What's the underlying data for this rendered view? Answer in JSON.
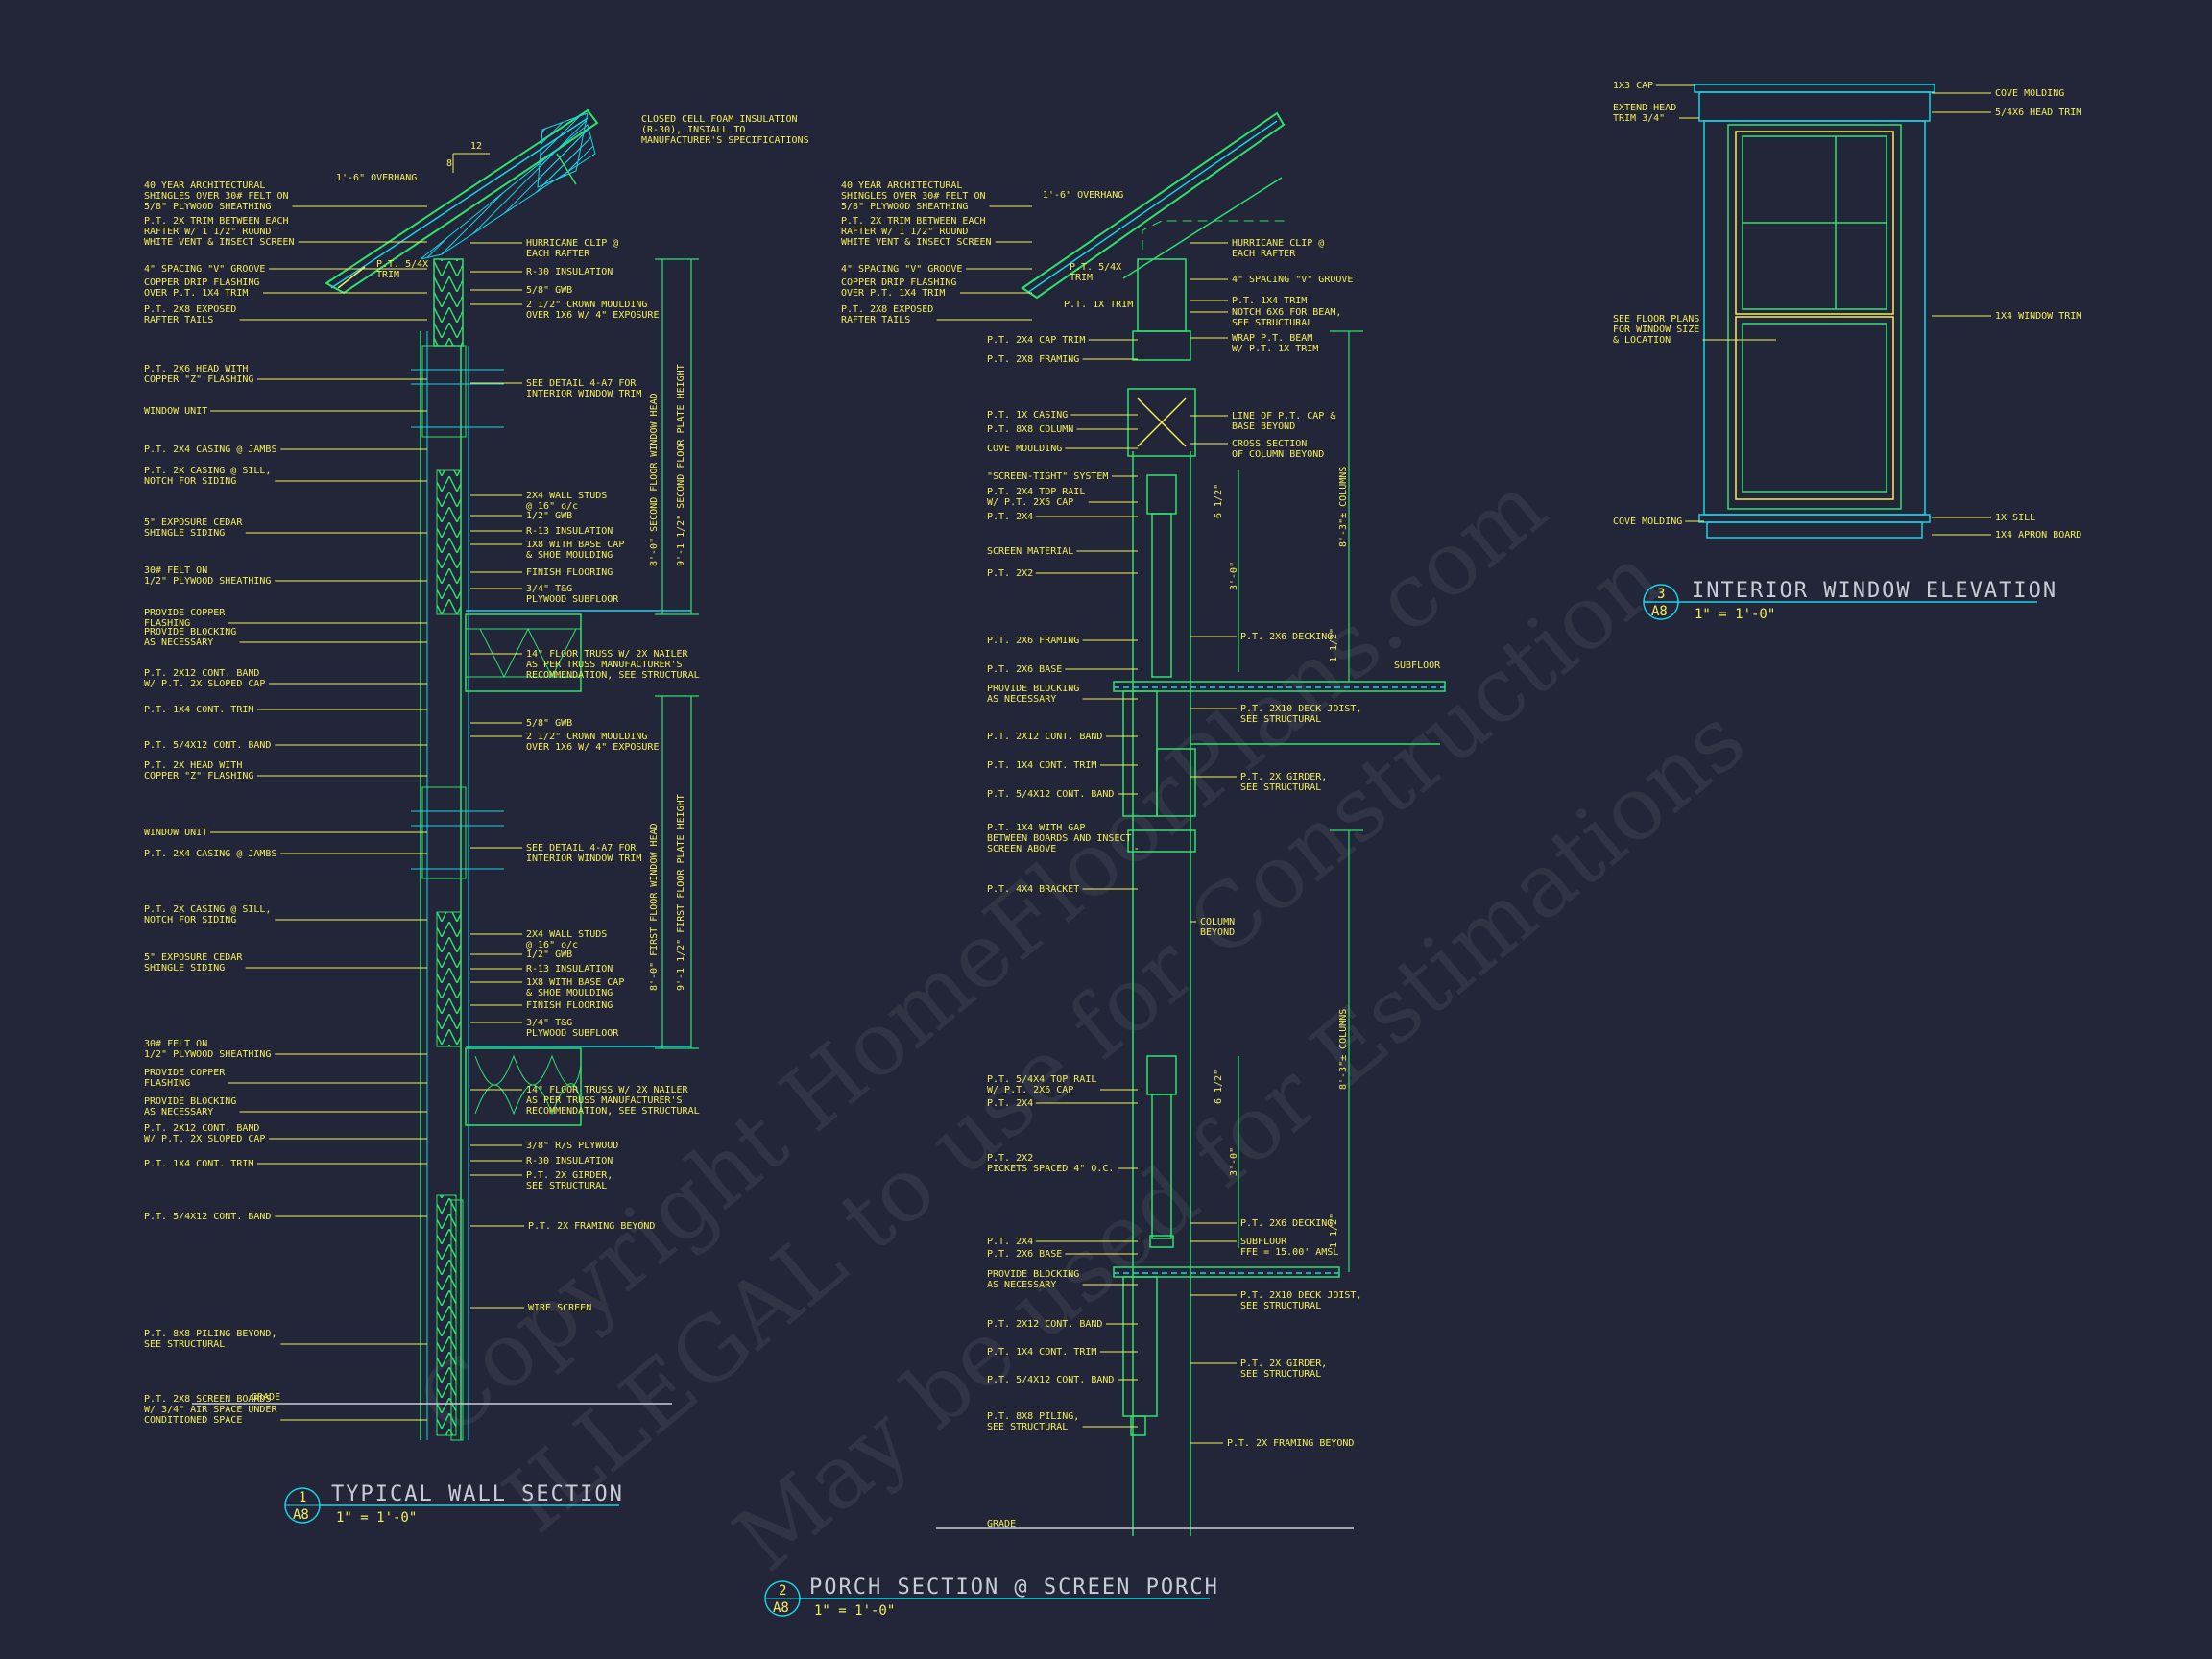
{
  "colors": {
    "background": "#222638",
    "linework_green": "#2fe06e",
    "linework_cyan": "#19d3e6",
    "text_yellow": "#f3ef5a",
    "watermark": "#c9ccd6"
  },
  "watermark": {
    "line1": "Copyright HomeFloorPlans.com",
    "line2": "ILLEGAL to use for Construction",
    "line3": "May be used for Estimations"
  },
  "detail1": {
    "number": "1",
    "sheet": "A8",
    "title": "TYPICAL WALL SECTION",
    "scale": "1\" = 1'-0\"",
    "labels_left": [
      [
        "40 YEAR ARCHITECTURAL",
        "SHINGLES OVER 30# FELT ON",
        "5/8\" PLYWOOD SHEATHING"
      ],
      [
        "P.T. 2X TRIM BETWEEN EACH",
        "RAFTER W/ 1 1/2\" ROUND",
        "WHITE VENT & INSECT SCREEN"
      ],
      [
        "4\" SPACING \"V\" GROOVE"
      ],
      [
        "COPPER DRIP FLASHING",
        "OVER P.T. 1X4 TRIM"
      ],
      [
        "P.T. 2X8 EXPOSED",
        "RAFTER TAILS"
      ],
      [
        "P.T. 2X6 HEAD WITH",
        "COPPER \"Z\" FLASHING"
      ],
      [
        "WINDOW UNIT"
      ],
      [
        "P.T. 2X4 CASING @ JAMBS"
      ],
      [
        "P.T. 2X CASING @ SILL,",
        "NOTCH FOR SIDING"
      ],
      [
        "5\" EXPOSURE CEDAR",
        "SHINGLE SIDING"
      ],
      [
        "30# FELT ON",
        "1/2\" PLYWOOD SHEATHING"
      ],
      [
        "PROVIDE COPPER",
        "FLASHING"
      ],
      [
        "PROVIDE BLOCKING",
        "AS NECESSARY"
      ],
      [
        "P.T. 2X12 CONT. BAND",
        "W/ P.T. 2X SLOPED CAP"
      ],
      [
        "P.T. 1X4 CONT. TRIM"
      ],
      [
        "P.T. 5/4X12 CONT. BAND"
      ],
      [
        "P.T. 2X HEAD WITH",
        "COPPER \"Z\" FLASHING"
      ],
      [
        "WINDOW UNIT"
      ],
      [
        "P.T. 2X4 CASING @ JAMBS"
      ],
      [
        "P.T. 2X CASING @ SILL,",
        "NOTCH FOR SIDING"
      ],
      [
        "5\" EXPOSURE CEDAR",
        "SHINGLE SIDING"
      ],
      [
        "30# FELT ON",
        "1/2\" PLYWOOD SHEATHING"
      ],
      [
        "PROVIDE COPPER",
        "FLASHING"
      ],
      [
        "PROVIDE BLOCKING",
        "AS NECESSARY"
      ],
      [
        "P.T. 2X12 CONT. BAND",
        "W/ P.T. 2X SLOPED CAP"
      ],
      [
        "P.T. 1X4 CONT. TRIM"
      ],
      [
        "P.T. 5/4X12 CONT. BAND"
      ],
      [
        "P.T. 8X8 PILING BEYOND,",
        "SEE STRUCTURAL"
      ],
      [
        "P.T. 2X8 SCREEN BOARDS",
        "W/ 3/4\" AIR SPACE UNDER",
        "CONDITIONED SPACE"
      ],
      [
        "GRADE"
      ]
    ],
    "labels_right": [
      [
        "CLOSED CELL FOAM INSULATION",
        "(R-30), INSTALL TO",
        "MANUFACTURER'S SPECIFICATIONS"
      ],
      [
        "1'-6\" OVERHANG"
      ],
      [
        "P.T. 5/4X",
        "TRIM"
      ],
      [
        "HURRICANE CLIP @",
        "EACH RAFTER"
      ],
      [
        "R-30 INSULATION"
      ],
      [
        "5/8\" GWB"
      ],
      [
        "2 1/2\" CROWN MOULDING",
        "OVER 1X6 W/ 4\" EXPOSURE"
      ],
      [
        "SEE DETAIL 4-A7 FOR",
        "INTERIOR WINDOW TRIM"
      ],
      [
        "2X4 WALL STUDS",
        "@ 16\" o/c"
      ],
      [
        "1/2\" GWB"
      ],
      [
        "R-13 INSULATION"
      ],
      [
        "1X8 WITH BASE CAP",
        "& SHOE MOULDING"
      ],
      [
        "FINISH FLOORING"
      ],
      [
        "3/4\" T&G",
        "PLYWOOD SUBFLOOR"
      ],
      [
        "14\" FLOOR TRUSS W/ 2X NAILER",
        "AS PER TRUSS MANUFACTURER'S",
        "RECOMMENDATION, SEE STRUCTURAL"
      ],
      [
        "5/8\" GWB"
      ],
      [
        "2 1/2\" CROWN MOULDING",
        "OVER 1X6 W/ 4\" EXPOSURE"
      ],
      [
        "SEE DETAIL 4-A7 FOR",
        "INTERIOR WINDOW TRIM"
      ],
      [
        "2X4 WALL STUDS",
        "@ 16\" o/c"
      ],
      [
        "1/2\" GWB"
      ],
      [
        "R-13 INSULATION"
      ],
      [
        "1X8 WITH BASE CAP",
        "& SHOE MOULDING"
      ],
      [
        "FINISH FLOORING"
      ],
      [
        "3/4\" T&G",
        "PLYWOOD SUBFLOOR"
      ],
      [
        "14\" FLOOR TRUSS W/ 2X NAILER",
        "AS PER TRUSS MANUFACTURER'S",
        "RECOMMENDATION, SEE STRUCTURAL"
      ],
      [
        "3/8\" R/S PLYWOOD"
      ],
      [
        "R-30 INSULATION"
      ],
      [
        "P.T. 2X GIRDER,",
        "SEE STRUCTURAL"
      ],
      [
        "P.T. 2X FRAMING BEYOND"
      ],
      [
        "WIRE SCREEN"
      ]
    ],
    "dims": [
      "8'-0\" SECOND FLOOR WINDOW HEAD",
      "9'-1 1/2\" SECOND FLOOR PLATE HEIGHT",
      "8'-0\" FIRST FLOOR WINDOW HEAD",
      "9'-1 1/2\" FIRST FLOOR PLATE HEIGHT",
      "12",
      "8"
    ]
  },
  "detail2": {
    "number": "2",
    "sheet": "A8",
    "title": "PORCH SECTION @ SCREEN PORCH",
    "scale": "1\" = 1'-0\"",
    "labels_left": [
      [
        "40 YEAR ARCHITECTURAL",
        "SHINGLES OVER 30# FELT ON",
        "5/8\" PLYWOOD SHEATHING"
      ],
      [
        "P.T. 2X TRIM BETWEEN EACH",
        "RAFTER W/ 1 1/2\" ROUND",
        "WHITE VENT & INSECT SCREEN"
      ],
      [
        "4\" SPACING \"V\" GROOVE"
      ],
      [
        "COPPER DRIP FLASHING",
        "OVER P.T. 1X4 TRIM"
      ],
      [
        "P.T. 2X8 EXPOSED",
        "RAFTER TAILS"
      ],
      [
        "P.T. 2X4 CAP TRIM"
      ],
      [
        "P.T. 2X8 FRAMING"
      ],
      [
        "P.T. 1X CASING"
      ],
      [
        "P.T. 8X8 COLUMN"
      ],
      [
        "COVE MOULDING"
      ],
      [
        "\"SCREEN-TIGHT\" SYSTEM"
      ],
      [
        "P.T. 2X4 TOP RAIL",
        "W/ P.T. 2X6 CAP"
      ],
      [
        "P.T. 2X4"
      ],
      [
        "SCREEN MATERIAL"
      ],
      [
        "P.T. 2X2"
      ],
      [
        "P.T. 2X6 FRAMING"
      ],
      [
        "P.T. 2X6 BASE"
      ],
      [
        "PROVIDE BLOCKING",
        "AS NECESSARY"
      ],
      [
        "P.T. 2X12 CONT. BAND"
      ],
      [
        "P.T. 1X4 CONT. TRIM"
      ],
      [
        "P.T. 5/4X12 CONT. BAND"
      ],
      [
        "P.T. 1X4 WITH GAP",
        "BETWEEN BOARDS AND INSECT",
        "SCREEN ABOVE"
      ],
      [
        "P.T. 4X4 BRACKET"
      ],
      [
        "P.T. 5/4X4 TOP RAIL",
        "W/ P.T. 2X6 CAP"
      ],
      [
        "P.T. 2X4"
      ],
      [
        "P.T. 2X2",
        "PICKETS SPACED 4\" O.C."
      ],
      [
        "P.T. 2X4"
      ],
      [
        "P.T. 2X6 BASE"
      ],
      [
        "PROVIDE BLOCKING",
        "AS NECESSARY"
      ],
      [
        "P.T. 2X12 CONT. BAND"
      ],
      [
        "P.T. 1X4 CONT. TRIM"
      ],
      [
        "P.T. 5/4X12 CONT. BAND"
      ],
      [
        "P.T. 8X8 PILING,",
        "SEE STRUCTURAL"
      ],
      [
        "GRADE"
      ]
    ],
    "labels_right": [
      [
        "1'-6\" OVERHANG"
      ],
      [
        "P.T. 5/4X",
        "TRIM"
      ],
      [
        "P.T. 1X TRIM"
      ],
      [
        "HURRICANE CLIP @",
        "EACH RAFTER"
      ],
      [
        "4\" SPACING \"V\" GROOVE"
      ],
      [
        "P.T. 1X4 TRIM"
      ],
      [
        "NOTCH 6X6 FOR BEAM,",
        "SEE STRUCTURAL"
      ],
      [
        "WRAP P.T. BEAM",
        "W/ P.T. 1X TRIM"
      ],
      [
        "LINE OF P.T. CAP &",
        "BASE BEYOND"
      ],
      [
        "CROSS SECTION",
        "OF COLUMN BEYOND"
      ],
      [
        "P.T. 2X6 DECKING"
      ],
      [
        "SUBFLOOR"
      ],
      [
        "P.T. 2X10 DECK JOIST,",
        "SEE STRUCTURAL"
      ],
      [
        "P.T. 2X GIRDER,",
        "SEE STRUCTURAL"
      ],
      [
        "COLUMN",
        "BEYOND"
      ],
      [
        "P.T. 2X6 DECKING"
      ],
      [
        "SUBFLOOR",
        "FFE = 15.00' AMSL"
      ],
      [
        "P.T. 2X10 DECK JOIST,",
        "SEE STRUCTURAL"
      ],
      [
        "P.T. 2X GIRDER,",
        "SEE STRUCTURAL"
      ],
      [
        "P.T. 2X FRAMING BEYOND"
      ]
    ],
    "dims": [
      "8'-3\"± COLUMNS",
      "8'-3\"± COLUMNS",
      "6 1/2\"",
      "3'-0\"",
      "1 1/2\"",
      "6 1/2\"",
      "3'-0\"",
      "1 1/2\""
    ]
  },
  "detail3": {
    "number": "3",
    "sheet": "A8",
    "title": "INTERIOR WINDOW ELEVATION",
    "scale": "1\" = 1'-0\"",
    "labels_left": [
      [
        "1X3 CAP"
      ],
      [
        "EXTEND HEAD",
        "TRIM 3/4\""
      ],
      [
        "SEE FLOOR PLANS",
        "FOR WINDOW SIZE",
        "& LOCATION"
      ],
      [
        "COVE MOLDING"
      ]
    ],
    "labels_right": [
      [
        "COVE MOLDING"
      ],
      [
        "5/4X6 HEAD TRIM"
      ],
      [
        "1X4 WINDOW TRIM"
      ],
      [
        "1X SILL"
      ],
      [
        "1X4 APRON BOARD"
      ]
    ]
  }
}
